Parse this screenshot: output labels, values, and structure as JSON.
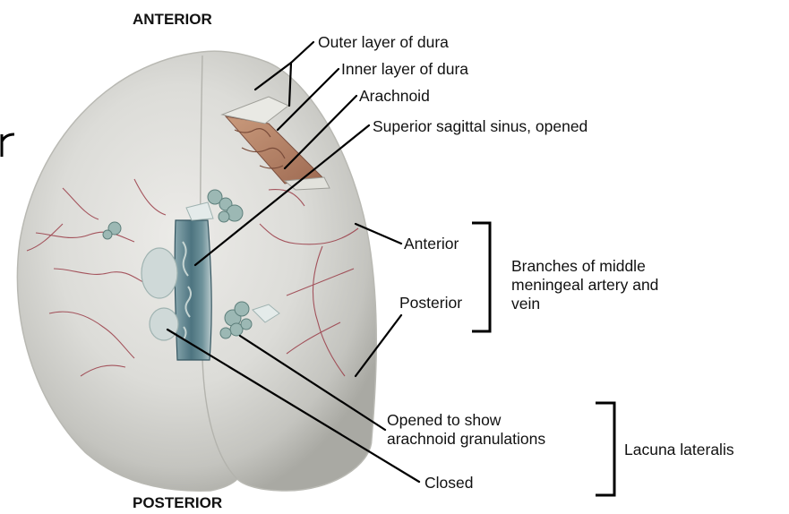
{
  "orientation": {
    "top": "ANTERIOR",
    "bottom": "POSTERIOR"
  },
  "labels": {
    "outer_dura": "Outer layer of dura",
    "inner_dura": "Inner layer of dura",
    "arachnoid": "Arachnoid",
    "sinus": "Superior sagittal sinus, opened",
    "anterior_branch": "Anterior",
    "posterior_branch": "Posterior",
    "meningeal_group": [
      "Branches of middle",
      "meningeal artery and",
      "vein"
    ],
    "opened_granulations": [
      "Opened to show",
      "arachnoid granulations"
    ],
    "closed": "Closed",
    "lacuna_lateralis": "Lacuna lateralis"
  },
  "colors": {
    "dura": "#dcdcd8",
    "dura_shadow": "#a9a9a3",
    "vessel": "#9a3c47",
    "sinus_blue": "#4d7480",
    "granulation": "#9cb8b4",
    "brain_surface": "#b98568"
  }
}
